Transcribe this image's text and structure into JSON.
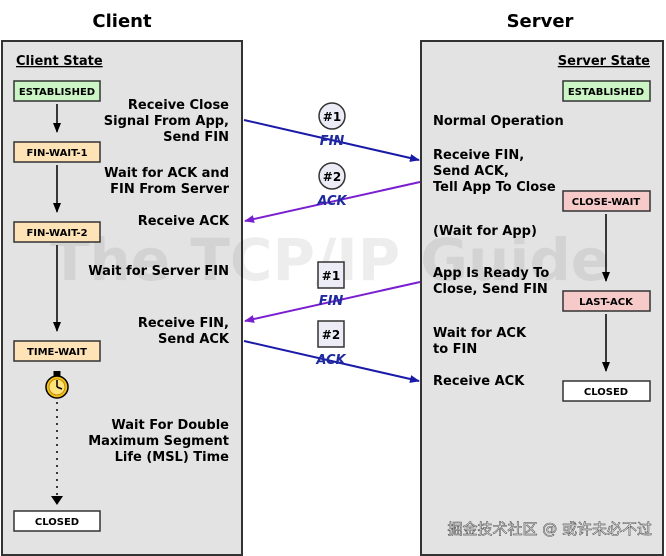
{
  "client": {
    "title": "Client",
    "state_heading": "Client State",
    "states": {
      "established": "ESTABLISHED",
      "fin_wait_1": "FIN-WAIT-1",
      "fin_wait_2": "FIN-WAIT-2",
      "time_wait": "TIME-WAIT",
      "closed": "CLOSED"
    },
    "notes": {
      "receive_close": [
        "Receive Close",
        "Signal From App,",
        "Send FIN"
      ],
      "wait_for_ack_fin": [
        "Wait for ACK and",
        "FIN From Server"
      ],
      "receive_ack": "Receive ACK",
      "wait_for_server_fin": "Wait for Server FIN",
      "receive_fin_send_ack": [
        "Receive FIN,",
        "Send ACK"
      ],
      "wait_msl": [
        "Wait For Double",
        "Maximum Segment",
        "Life (MSL) Time"
      ]
    }
  },
  "server": {
    "title": "Server",
    "state_heading": "Server State",
    "states": {
      "established": "ESTABLISHED",
      "close_wait": "CLOSE-WAIT",
      "last_ack": "LAST-ACK",
      "closed": "CLOSED"
    },
    "notes": {
      "normal_operation": "Normal Operation",
      "receive_fin_send_ack": [
        "Receive FIN,",
        "Send ACK,",
        "Tell App To Close"
      ],
      "wait_for_app": "(Wait for App)",
      "app_ready": [
        "App Is Ready To",
        "Close, Send FIN"
      ],
      "wait_for_ack": [
        "Wait for ACK",
        "to FIN"
      ],
      "receive_ack": "Receive ACK"
    }
  },
  "messages": [
    {
      "number": "#1",
      "label": "FIN"
    },
    {
      "number": "#2",
      "label": "ACK"
    },
    {
      "number": "#1",
      "label": "FIN"
    },
    {
      "number": "#2",
      "label": "ACK"
    }
  ],
  "watermark": "The TCP/IP Guide",
  "footer_credit": "掘金技术社区 @ 或许未必不过",
  "colors": {
    "panel_bg": "#e3e3e3",
    "established_fill": "#ccf5c6",
    "fin_wait_fill": "#fde3b6",
    "server_wait_fill": "#f7caca",
    "closed_fill": "#ffffff",
    "arrow_blue": "#1a1aa8",
    "arrow_purple": "#7a1fd0",
    "label_blue": "#1f2a9e"
  }
}
